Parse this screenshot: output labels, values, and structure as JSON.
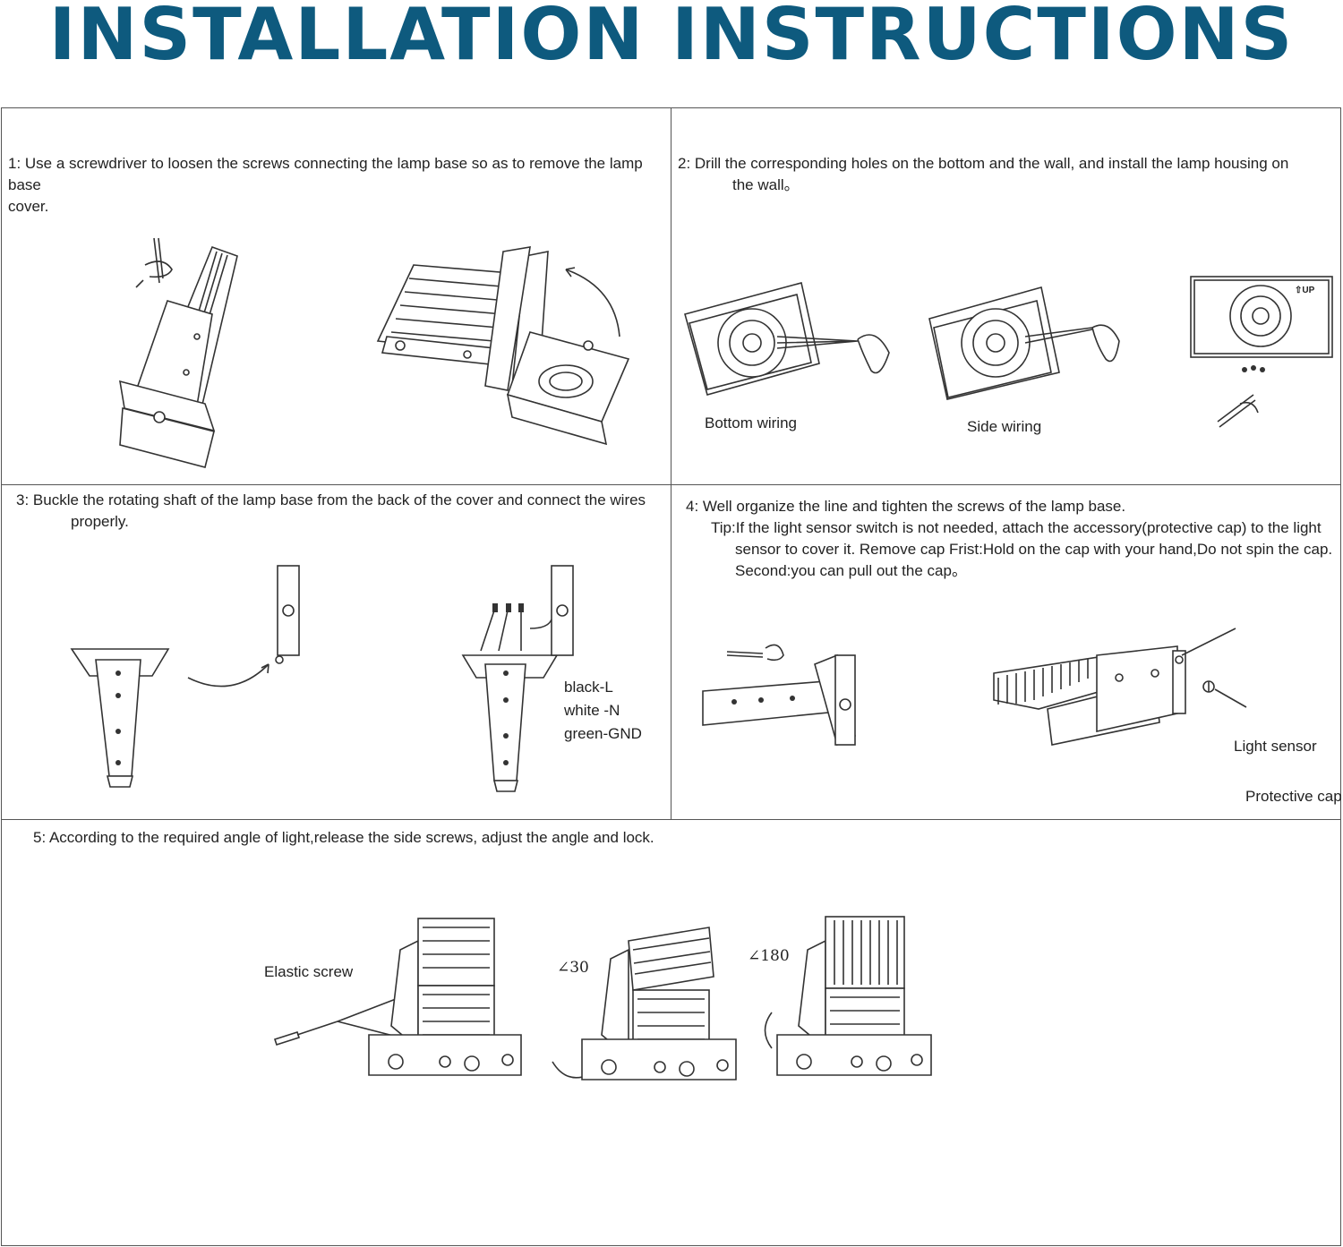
{
  "page": {
    "title": "INSTALLATION INSTRUCTIONS"
  },
  "step1": {
    "line1": "1: Use a screwdriver to loosen the screws connecting the lamp base so as to remove the lamp base",
    "line2": "cover."
  },
  "step2": {
    "line1": "2: Drill the corresponding holes on the bottom and the wall, and install the lamp housing on",
    "line2": "the wall。",
    "labels": {
      "bottom_wiring": "Bottom wiring",
      "side_wiring": "Side wiring",
      "up_mark": "⇧UP"
    }
  },
  "step3": {
    "line1": "3: Buckle the rotating shaft of the lamp base from the back of the cover and connect the wires",
    "line2": "properly.",
    "wires": [
      "black-L",
      "white -N",
      "green-GND"
    ]
  },
  "step4": {
    "line1": "4: Well organize the line and tighten the screws of the lamp base.",
    "tip1": "Tip:If the light sensor switch is not needed, attach the accessory(protective cap) to the light",
    "tip2": "sensor to cover it. Remove cap Frist:Hold on the cap with your hand,Do not spin the cap.",
    "tip3": "Second:you can pull out the cap。",
    "labels": {
      "light_sensor": "Light sensor",
      "protective_cap": "Protective cap"
    }
  },
  "step5": {
    "line1": "5: According to the required angle of light,release the side screws, adjust the angle and lock.",
    "labels": {
      "elastic_screw": "Elastic screw",
      "angle_30": "∠30",
      "angle_180": "∠180"
    }
  }
}
